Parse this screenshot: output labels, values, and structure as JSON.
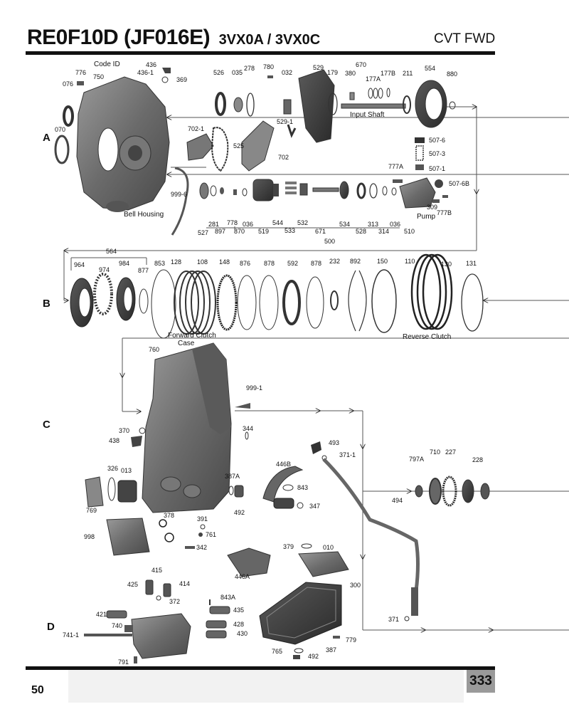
{
  "header": {
    "model": "RE0F10D (JF016E)",
    "variants": "3VX0A / 3VX0C",
    "type": "CVT FWD"
  },
  "sections": [
    "A",
    "B",
    "C",
    "D"
  ],
  "captions": {
    "code_id": "Code ID",
    "bell_housing": "Bell Housing",
    "input_shaft": "Input Shaft",
    "pump": "Pump",
    "forward_clutch": "Forward Clutch",
    "case": "Case",
    "reverse_clutch": "Reverse Clutch"
  },
  "part_numbers": {
    "a": [
      "776",
      "750",
      "076",
      "070",
      "436",
      "436-1",
      "369",
      "526",
      "035",
      "278",
      "780",
      "032",
      "529",
      "380",
      "179",
      "670",
      "177A",
      "177B",
      "211",
      "554",
      "880",
      "529-1",
      "702-1",
      "525",
      "702",
      "507-6",
      "507-3",
      "507-1",
      "777A",
      "507-6B",
      "999-6",
      "281",
      "778",
      "036",
      "519",
      "544",
      "533",
      "532",
      "671",
      "534",
      "528",
      "313",
      "314",
      "036",
      "510",
      "309",
      "777B",
      "527",
      "897",
      "870",
      "500"
    ],
    "b": [
      "564",
      "964",
      "974",
      "984",
      "877",
      "853",
      "128",
      "108",
      "148",
      "876",
      "878",
      "592",
      "878",
      "232",
      "892",
      "150",
      "110",
      "130",
      "131"
    ],
    "c": [
      "760",
      "999-1",
      "370",
      "438",
      "344",
      "493",
      "371-1",
      "326",
      "013",
      "769",
      "387A",
      "492",
      "446B",
      "843",
      "347",
      "797A",
      "710",
      "227",
      "228",
      "494",
      "378",
      "391",
      "761",
      "998",
      "342",
      "379",
      "010",
      "446A"
    ],
    "d": [
      "415",
      "425",
      "414",
      "372",
      "843A",
      "421",
      "435",
      "740",
      "428",
      "741-1",
      "430",
      "300",
      "371",
      "779",
      "765",
      "387",
      "492",
      "791"
    ]
  },
  "footer": {
    "page_number": "50",
    "badge": "333"
  }
}
